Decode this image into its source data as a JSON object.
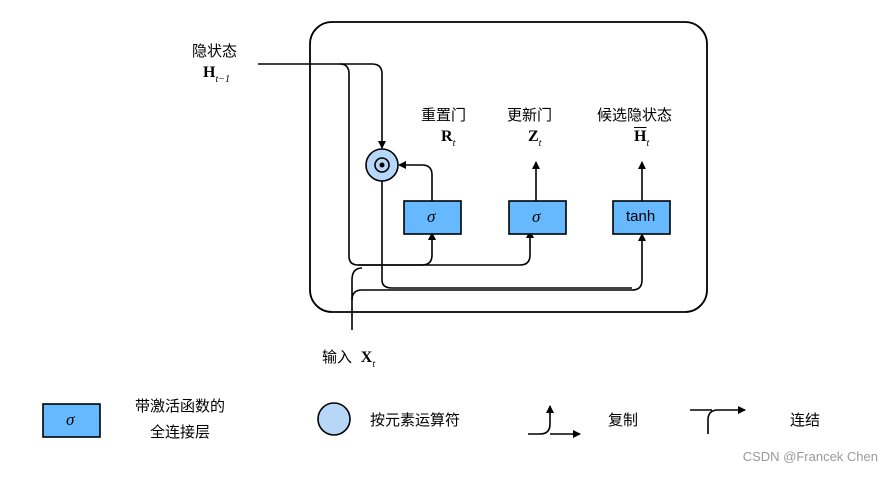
{
  "labels": {
    "hidden_state": "隐状态",
    "hidden_state_symbol": "H",
    "hidden_state_sub": "t−1",
    "reset_gate": "重置门",
    "reset_symbol": "R",
    "reset_sub": "t",
    "update_gate": "更新门",
    "update_symbol": "Z",
    "update_sub": "t",
    "candidate": "候选隐状态",
    "candidate_symbol": "H",
    "candidate_sub": "t",
    "input": "输入",
    "input_symbol": "X",
    "input_sub": "t"
  },
  "gates": {
    "sigma": "σ",
    "tanh": "tanh"
  },
  "legend": {
    "fc_line1": "带激活函数的",
    "fc_line2": "全连接层",
    "elementwise": "按元素运算符",
    "copy": "复制",
    "concat": "连结"
  },
  "watermark": "CSDN @Francek Chen",
  "colors": {
    "gate_fill": "#66b8ff",
    "op_fill": "#b6d7f8",
    "stroke": "#000000"
  },
  "icons": {
    "elementwise_op": "circle-dot-icon",
    "copy": "copy-arrow-icon",
    "concat": "concat-arrow-icon"
  }
}
